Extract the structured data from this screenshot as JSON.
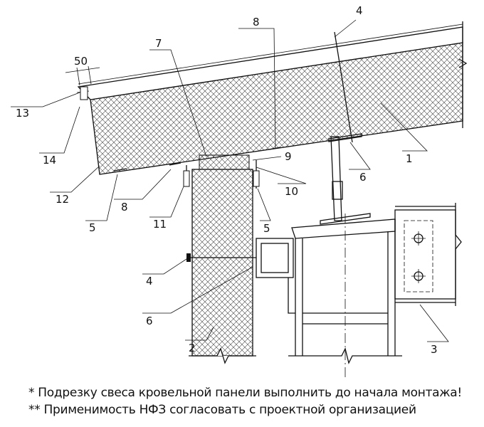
{
  "drawing": {
    "dimension": "50",
    "callouts": {
      "c1": "1",
      "c2": "2",
      "c3": "3",
      "c4a": "4",
      "c4b": "4",
      "c5a": "5",
      "c5b": "5",
      "c6a": "6",
      "c6b": "6",
      "c7": "7",
      "c8a": "8",
      "c8b": "8",
      "c9": "9",
      "c10": "10",
      "c11": "11",
      "c12": "12",
      "c13": "13",
      "c14": "14"
    }
  },
  "notes": {
    "note1": "* Подрезку свеса кровельной панели выполнить до начала монтажа!",
    "note2": "** Применимость НФЗ согласовать с проектной организацией"
  }
}
